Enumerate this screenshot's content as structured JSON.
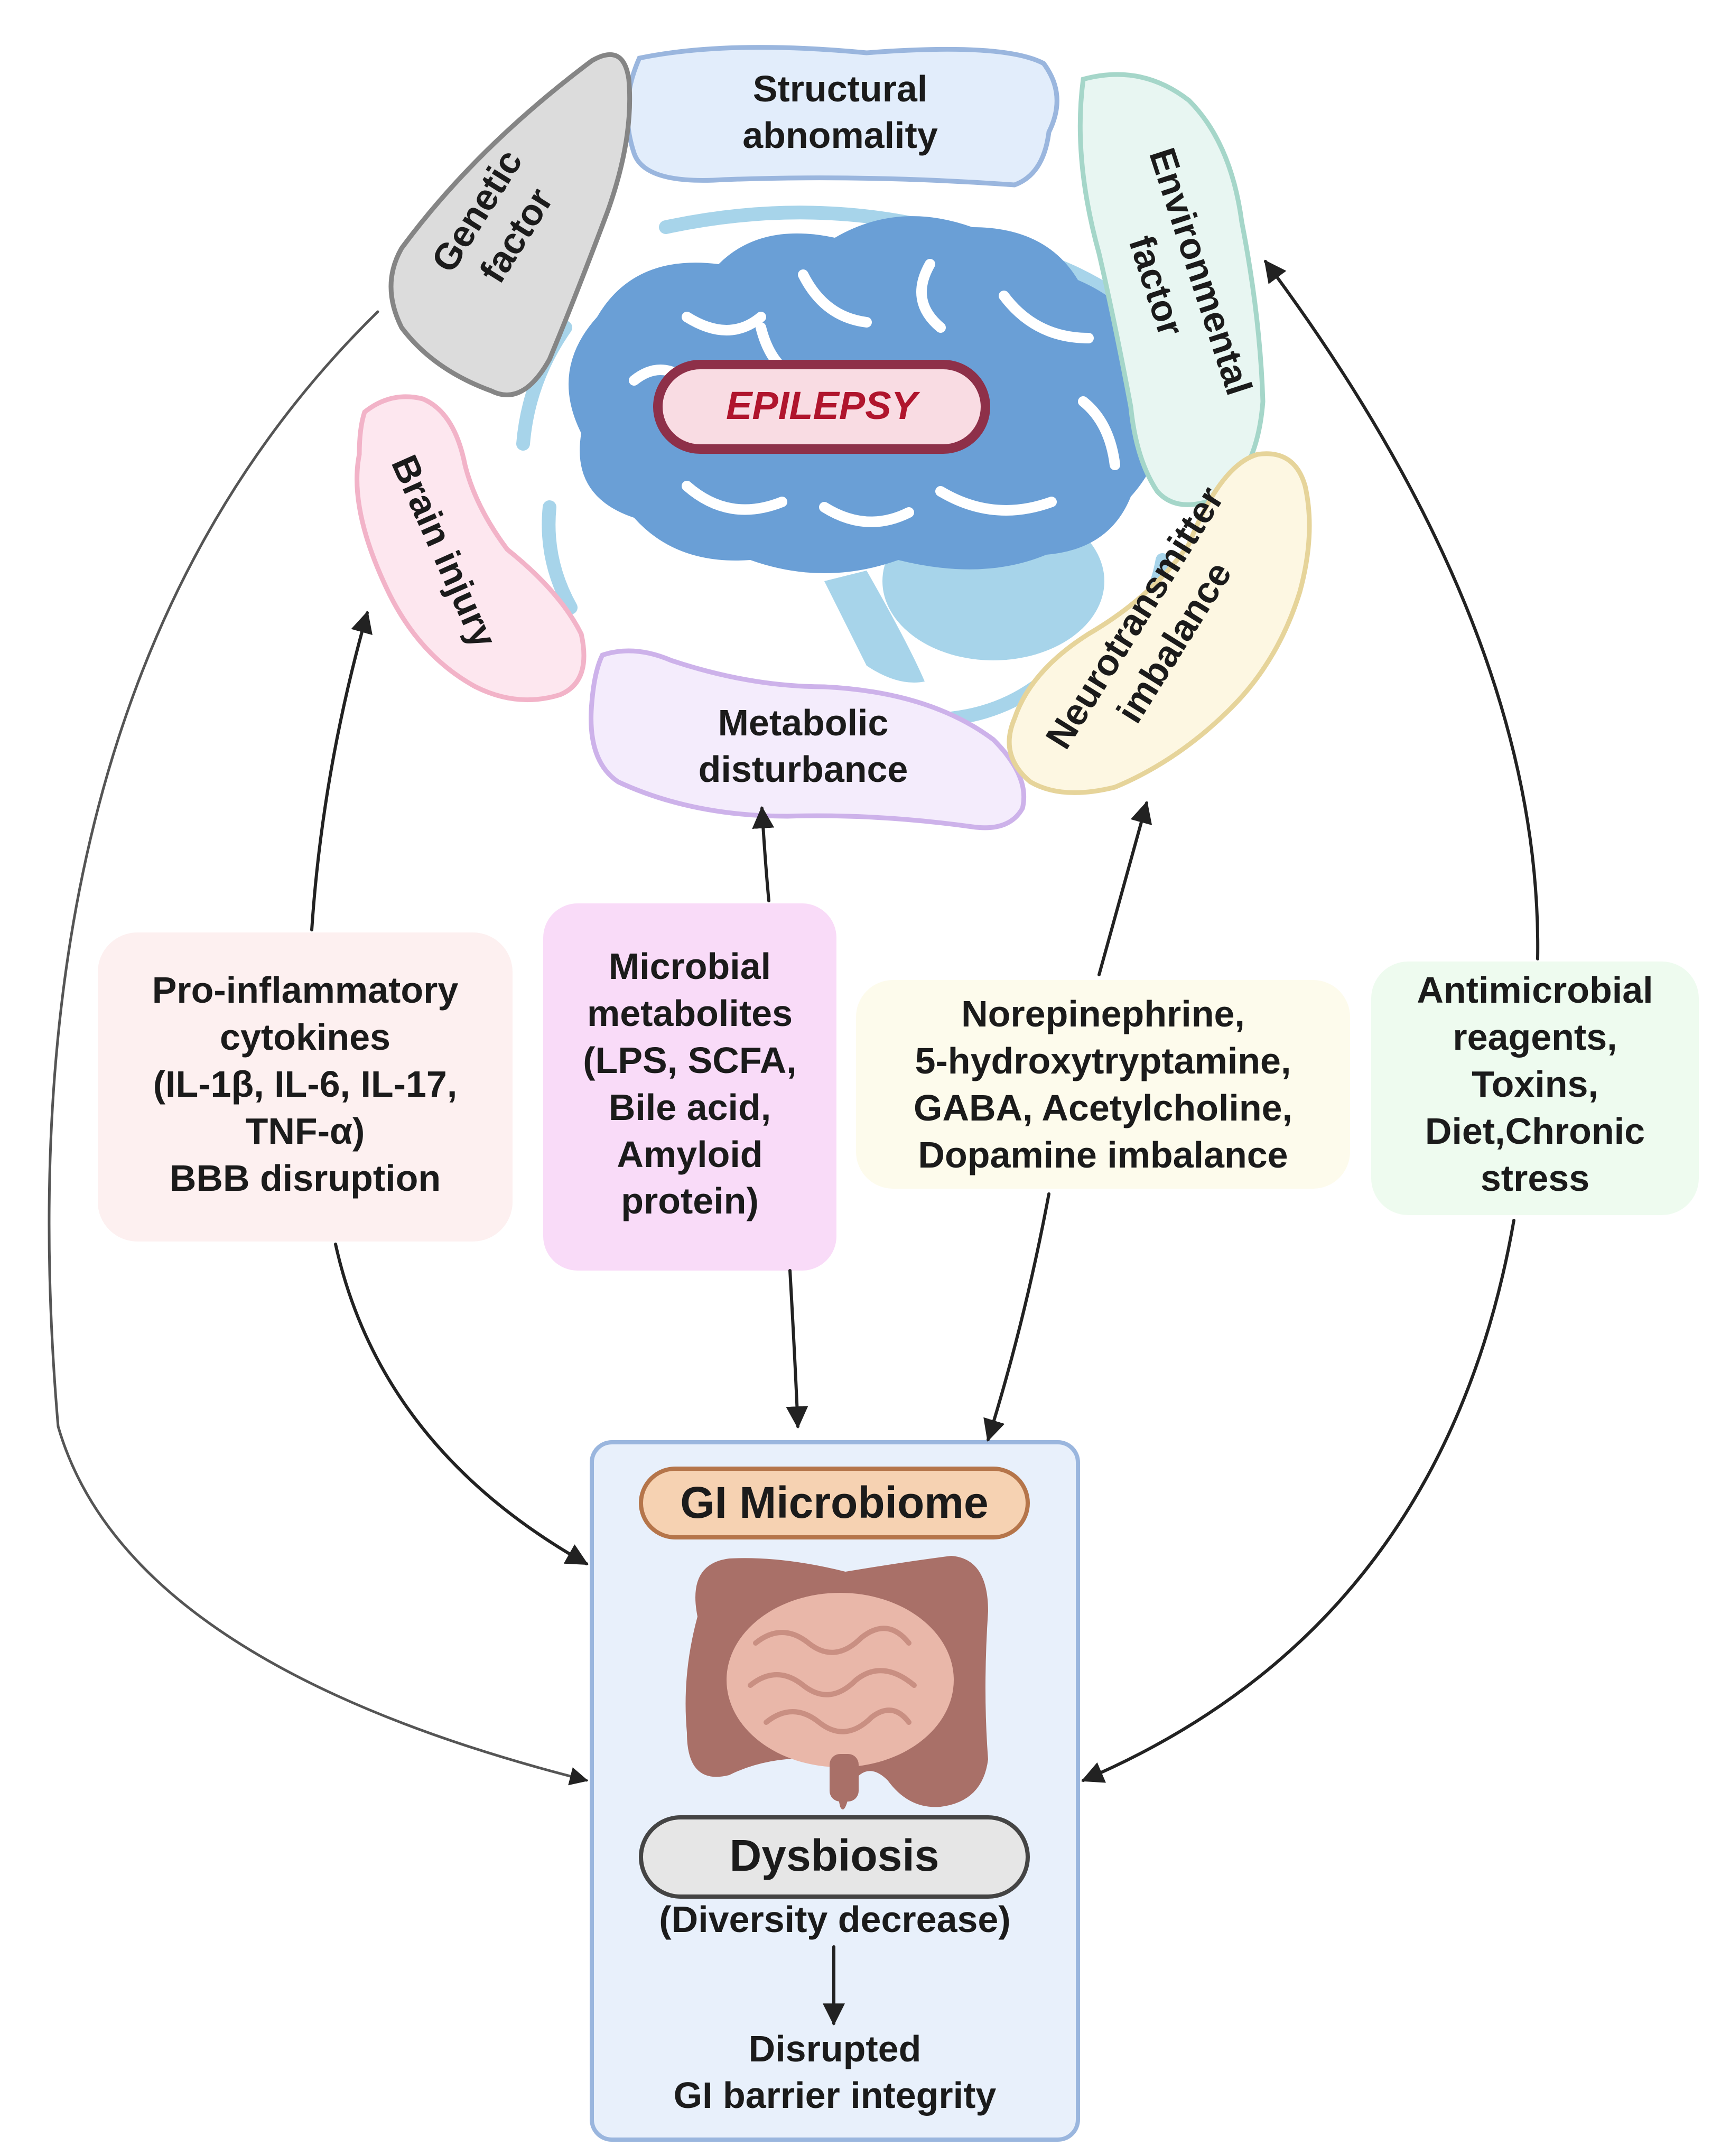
{
  "center": {
    "title": "EPILEPSY"
  },
  "factors": {
    "structural": [
      "Structural",
      "abnomality"
    ],
    "genetic": [
      "Genetic",
      "factor"
    ],
    "environmental": [
      "Environmental",
      "factor"
    ],
    "brain_injury": [
      "Brain injury"
    ],
    "metabolic": [
      "Metabolic",
      "disturbance"
    ],
    "neurotransmitter": [
      "Neurotransmitter",
      "imbalance"
    ]
  },
  "mediators": {
    "cytokines": [
      "Pro-inflammatory",
      "cytokines",
      "(IL-1β, IL-6, IL-17,",
      "TNF-α)",
      "BBB disruption"
    ],
    "metabolites": [
      "Microbial",
      "metabolites",
      "(LPS, SCFA,",
      "Bile acid,",
      "Amyloid",
      "protein)"
    ],
    "neurotransmitters": [
      "Norepinephrine,",
      "5-hydroxytryptamine,",
      "GABA, Acetylcholine,",
      "Dopamine imbalance"
    ],
    "environmental": [
      "Antimicrobial",
      "reagents,",
      "Toxins,",
      "Diet,Chronic",
      "stress"
    ]
  },
  "gut": {
    "title": "GI Microbiome",
    "state": "Dysbiosis",
    "state_detail": "(Diversity decrease)",
    "outcome": [
      "Disrupted",
      "GI barrier integrity"
    ]
  },
  "colors": {
    "brain": "#6a9fd6",
    "brain_light": "#a7d4ea",
    "epilepsy_pill": "#f9dce3",
    "epilepsy_border": "#8e3049",
    "gi_box": "#e8f0fb",
    "gi_title": "#f6d2b2",
    "dysbiosis": "#e6e6e6",
    "colon": "#a97068",
    "small_intestine": "#e9b7a9"
  }
}
